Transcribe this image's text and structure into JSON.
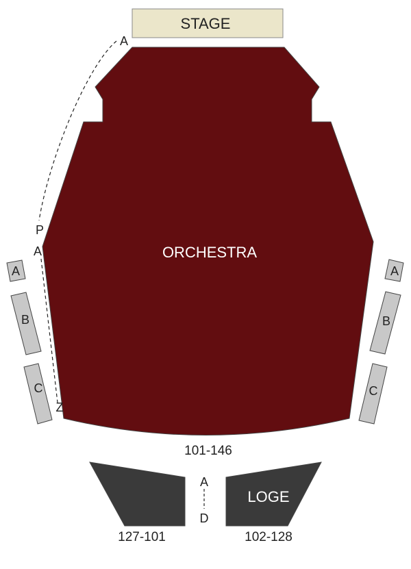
{
  "colors": {
    "stage_fill": "#ebe6ca",
    "orchestra_fill": "#620d10",
    "loge_fill": "#3a3a3a",
    "box_fill": "#c8c8c8",
    "outline": "#444444"
  },
  "stage": {
    "label": "STAGE"
  },
  "orchestra": {
    "label": "ORCHESTRA",
    "row_labels": {
      "top_a": "A",
      "side_p": "P",
      "side_a": "A",
      "bottom_z": "Z"
    },
    "seat_range": "101-146"
  },
  "boxes": {
    "left": [
      "A",
      "B",
      "C"
    ],
    "right": [
      "A",
      "B",
      "C"
    ]
  },
  "loge": {
    "label": "LOGE",
    "row_start": "A",
    "row_end": "D",
    "left_seat_range": "127-101",
    "right_seat_range": "102-128"
  }
}
